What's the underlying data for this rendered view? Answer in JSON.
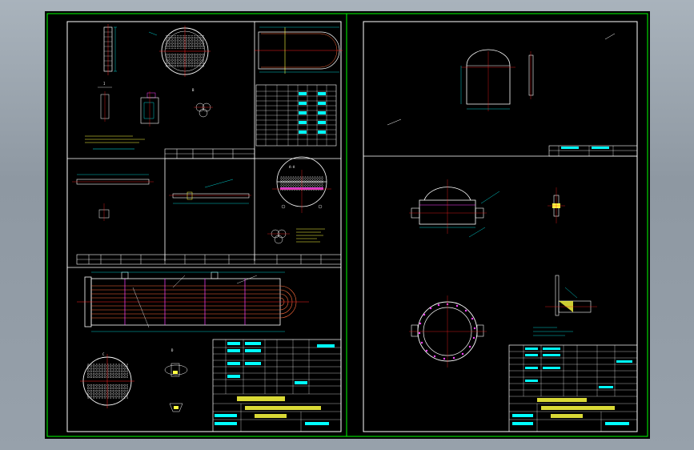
{
  "drawing": {
    "sheet_left": {
      "section_labels": [
        "I",
        "A-A",
        "B",
        "C",
        "D"
      ],
      "tube_table_header": [
        "",
        "",
        "",
        "",
        "",
        "",
        "",
        ""
      ],
      "main_title_block": {
        "company": "",
        "drawing_title": "",
        "subtitle": "",
        "drawing_no": ""
      },
      "tech_notes": ""
    },
    "sheet_right": {
      "title_block": {
        "company": "",
        "drawing_title": "",
        "subtitle": ""
      }
    },
    "colors": {
      "background": "#000000",
      "frame": "#ffffff",
      "border_green": "#00ff00",
      "dimension_cyan": "#00ffff",
      "centerline_red": "#ff2020",
      "tube_orange": "#ff6a3a",
      "magenta": "#ff40ff",
      "yellow": "#ffff40"
    }
  }
}
